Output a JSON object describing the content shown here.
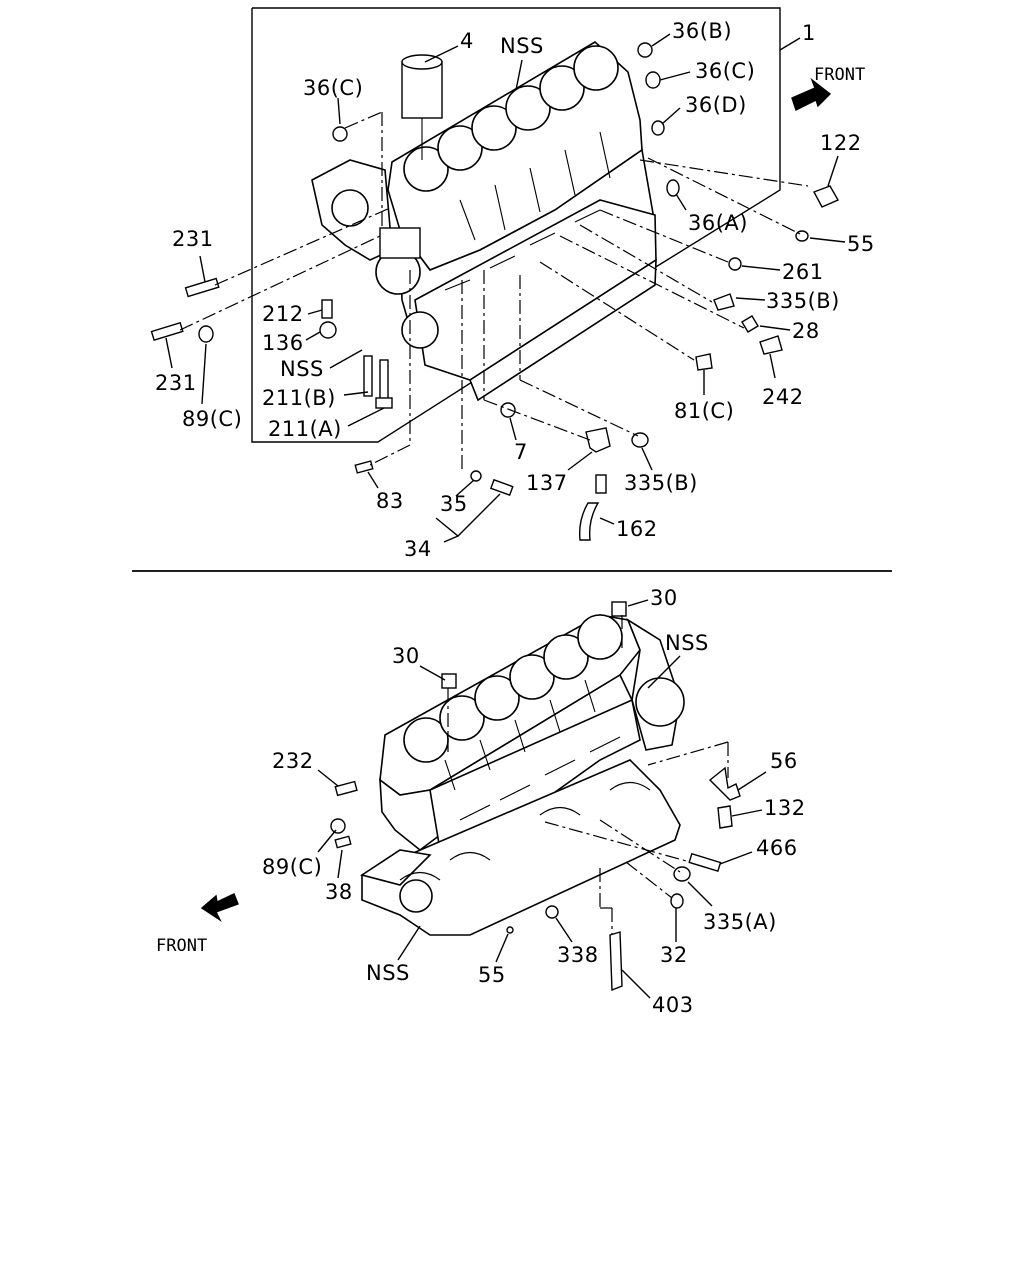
{
  "labels": {
    "upper": {
      "l1": "1",
      "l4": "4",
      "nss_top": "NSS",
      "l36b": "36(B)",
      "l36c_r": "36(C)",
      "l36d": "36(D)",
      "l36c_l": "36(C)",
      "front": "FRONT",
      "l122": "122",
      "l36a": "36(A)",
      "l55": "55",
      "l231_a": "231",
      "l231_b": "231",
      "l261": "261",
      "l212": "212",
      "l335b_a": "335(B)",
      "l136": "136",
      "l28": "28",
      "nss_mid": "NSS",
      "l211b": "211(B)",
      "l211a": "211(A)",
      "l89c": "89(C)",
      "l242": "242",
      "l81c": "81(C)",
      "l7": "7",
      "l137": "137",
      "l335b_b": "335(B)",
      "l83": "83",
      "l35": "35",
      "l162": "162",
      "l34": "34"
    },
    "lower": {
      "l30_a": "30",
      "l30_b": "30",
      "nss_right": "NSS",
      "l232": "232",
      "l56": "56",
      "l132": "132",
      "l89c": "89(C)",
      "l466": "466",
      "l38": "38",
      "front": "FRONT",
      "l335a": "335(A)",
      "nss_bottom": "NSS",
      "l55": "55",
      "l338": "338",
      "l32": "32",
      "l403": "403"
    }
  },
  "icons": {
    "front_arrow_upper": "arrow-right-icon",
    "front_arrow_lower": "arrow-left-icon"
  }
}
